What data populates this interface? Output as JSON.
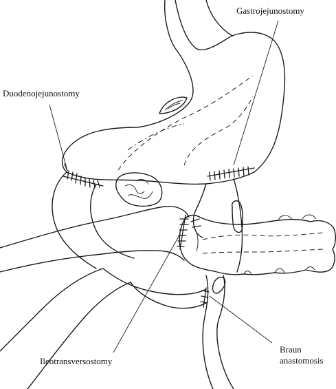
{
  "labels": {
    "gastrojejunostomy": "Gastrojejunostomy",
    "duodenojejunostomy": "Duodenojejunostomy",
    "ileotransversostomy": "Ileotransversostomy",
    "braun_line1": "Braun",
    "braun_line2": "anastomosis"
  },
  "colors": {
    "ink": "#1a1a1a",
    "background": "#ffffff"
  }
}
